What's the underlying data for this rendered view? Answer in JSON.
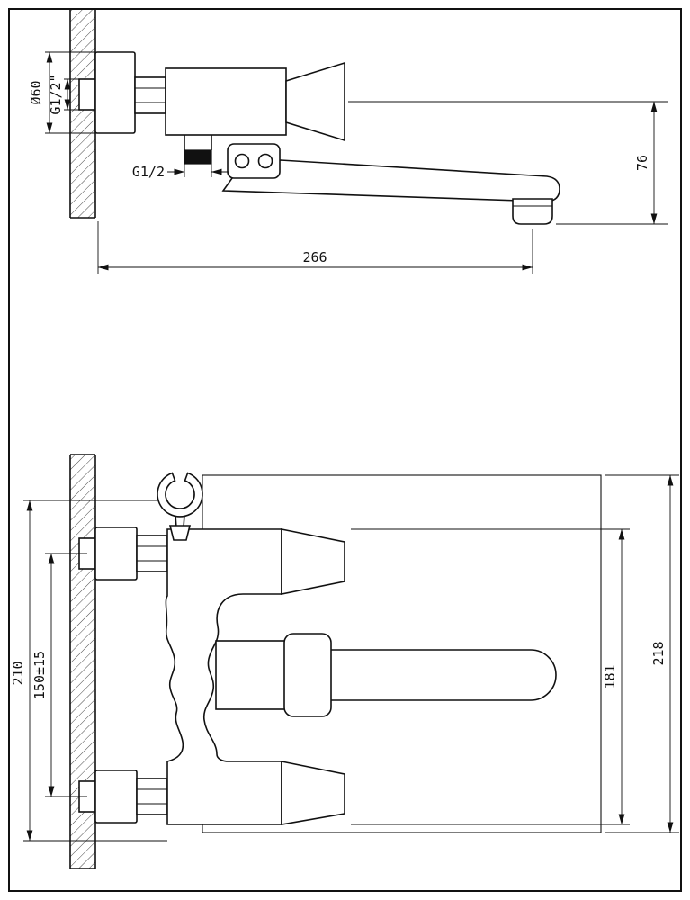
{
  "top_view": {
    "flange_diameter": "Ø60",
    "inlet_thread": "G1/2\"",
    "outlet_thread": "G1/2",
    "spout_drop": "76",
    "spout_reach": "266"
  },
  "front_view": {
    "overall_height": "210",
    "union_spacing": "150±15",
    "body_height": "181",
    "envelope_height": "218"
  },
  "line_color": "#111111",
  "background": "#ffffff"
}
